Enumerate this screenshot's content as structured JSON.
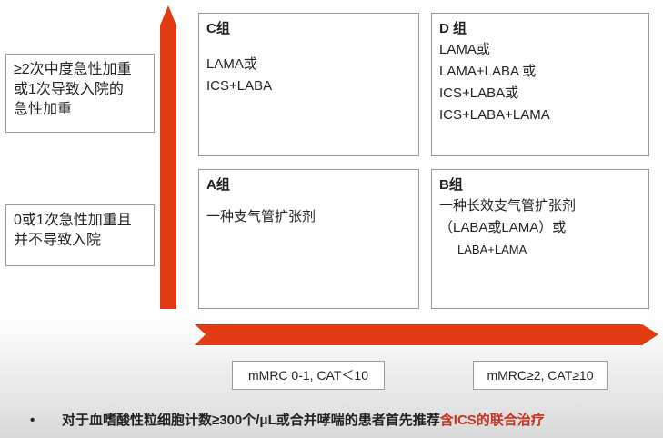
{
  "diagram": {
    "accent_color": "#e23a12",
    "y_axis_labels": [
      {
        "text": "≥2次中度急性加重\n或1次导致入院的\n急性加重"
      },
      {
        "text": "0或1次急性加重且\n并不导致入院"
      }
    ],
    "quadrants": {
      "C": {
        "title": "C组",
        "lines": [
          "",
          "LAMA或",
          "ICS+LABA"
        ]
      },
      "D": {
        "title": "D 组",
        "lines": [
          "LAMA或",
          "LAMA+LABA 或",
          "ICS+LABA或",
          "ICS+LABA+LAMA"
        ]
      },
      "A": {
        "title": "A组",
        "lines": [
          "",
          "一种支气管扩张剂"
        ]
      },
      "B": {
        "title": "B组",
        "lines": [
          "一种长效支气管扩张剂",
          "（LABA或LAMA）或",
          "LABA+LAMA"
        ]
      }
    },
    "x_axis_labels": [
      "mMRC 0-1, CAT＜10",
      "mMRC≥2, CAT≥10"
    ]
  },
  "footnote": {
    "bullet": "•",
    "text_plain": "对于血嗜酸性粒细胞计数≥300个/μL或合并哮喘的患者首先推荐",
    "text_highlight": "含ICS的联合治疗"
  }
}
